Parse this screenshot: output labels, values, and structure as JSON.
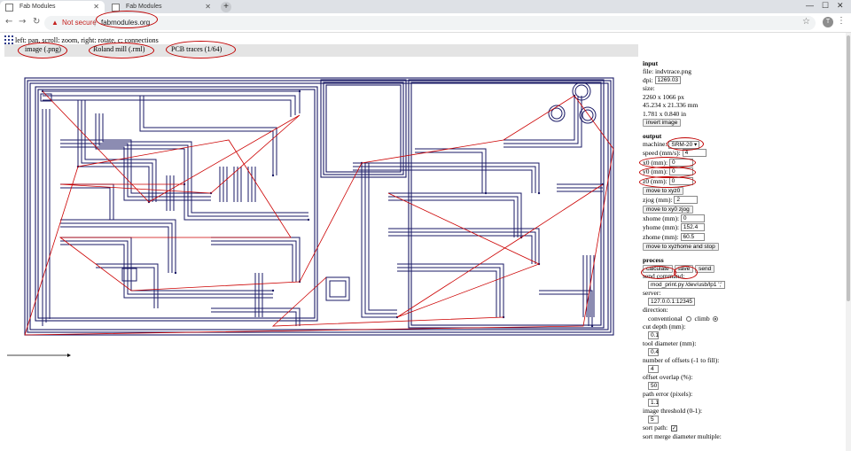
{
  "browser": {
    "tabs": [
      {
        "title": "Fab Modules",
        "active": true
      },
      {
        "title": "Fab Modules",
        "active": false
      }
    ],
    "new_tab": "+",
    "window_controls": {
      "minimize": "—",
      "maximize": "☐",
      "close": "✕"
    },
    "security_label": "Not secure",
    "separator": "|",
    "url": "fabmodules.org",
    "profile_initial": "T"
  },
  "page": {
    "hint": "left: pan, scroll: zoom, right: rotate, c: connections",
    "modules": [
      {
        "label": "image (.png)"
      },
      {
        "label": "Roland mill (.rml)"
      },
      {
        "label": "PCB traces (1/64)"
      }
    ]
  },
  "panel": {
    "input": {
      "heading": "input",
      "file": "file: indvtrace.png",
      "dpi_label": "dpi:",
      "dpi_value": "1269.03",
      "size_label": "size:",
      "size_px": "2260 x 1066 px",
      "size_mm": "45.234 x 21.336 mm",
      "size_in": "1.781 x 0.840 in",
      "invert_button": "invert image"
    },
    "output": {
      "heading": "output",
      "machine_label": "machine:",
      "machine_value": "SRM-20",
      "speed_label": "speed (mm/s):",
      "speed_value": "4",
      "x0_label": "x0 (mm):",
      "x0_value": "0",
      "y0_label": "y0 (mm):",
      "y0_value": "0",
      "z0_label": "z0 (mm):",
      "z0_value": "0",
      "move_xyz0_button": "move to xyz0",
      "zjog_label": "zjog (mm):",
      "zjog_value": "2",
      "move_xy0_button": "move to xy0 zjog",
      "xhome_label": "xhome (mm):",
      "xhome_value": "0",
      "yhome_label": "yhome (mm):",
      "yhome_value": "152.4",
      "zhome_label": "zhome (mm):",
      "zhome_value": "60.5",
      "move_home_button": "move to xyzhome and stop"
    },
    "process": {
      "heading": "process",
      "calculate_button": "calculate",
      "save_button": "save",
      "send_button": "send",
      "send_command_label": "send command:",
      "send_command_value": "mod_print.py /dev/usb/lp1 ';'",
      "server_label": "server:",
      "server_value": "127.0.0.1:12345",
      "direction_label": "direction:",
      "conventional_label": "conventional",
      "climb_label": "climb",
      "cut_depth_label": "cut depth (mm):",
      "cut_depth_value": "0.1",
      "tool_diameter_label": "tool diameter (mm):",
      "tool_diameter_value": "0.4",
      "offsets_label": "number of offsets (-1 to fill):",
      "offsets_value": "4",
      "overlap_label": "offset overlap (%):",
      "overlap_value": "50",
      "path_error_label": "path error (pixels):",
      "path_error_value": "1.1",
      "threshold_label": "image threshold (0-1):",
      "threshold_value": "5",
      "sort_path_label": "sort path:",
      "sort_path_check": "✓",
      "sort_merge_label": "sort merge diameter multiple:"
    }
  },
  "colors": {
    "trace": "#1a1a66",
    "connection": "#cc0000",
    "annotation": "#c00000"
  }
}
